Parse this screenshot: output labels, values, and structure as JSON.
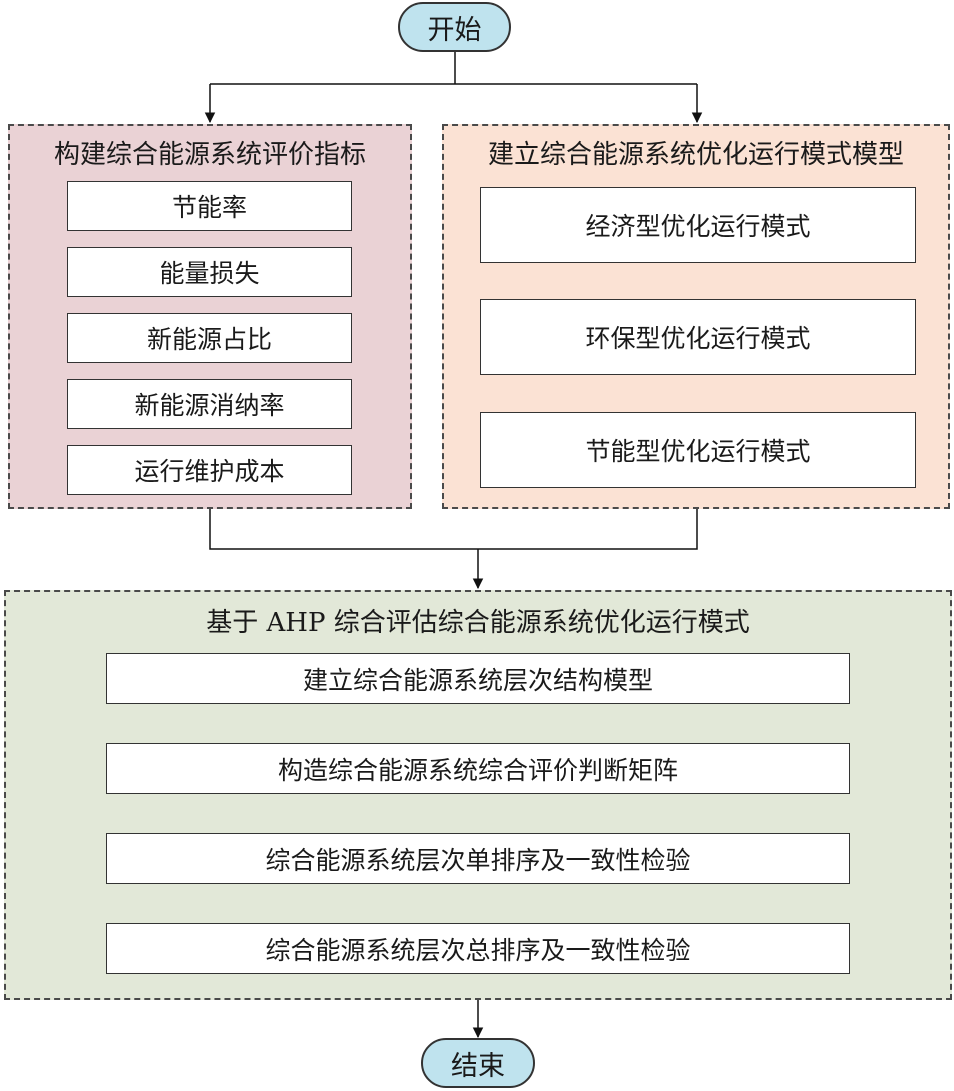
{
  "start": "开始",
  "end": "结束",
  "left_group": {
    "title": "构建综合能源系统评价指标",
    "items": [
      "节能率",
      "能量损失",
      "新能源占比",
      "新能源消纳率",
      "运行维护成本"
    ]
  },
  "right_group": {
    "title": "建立综合能源系统优化运行模式模型",
    "items": [
      "经济型优化运行模式",
      "环保型优化运行模式",
      "节能型优化运行模式"
    ]
  },
  "bottom_group": {
    "title": "基于 AHP 综合评估综合能源系统优化运行模式",
    "steps": [
      "建立综合能源系统层次结构模型",
      "构造综合能源系统综合评价判断矩阵",
      "综合能源系统层次单排序及一致性检验",
      "综合能源系统层次总排序及一致性检验"
    ]
  },
  "colors": {
    "terminal_fill": "#bfe3ee",
    "left_group_fill": "#ead2d5",
    "right_group_fill": "#fbe2d4",
    "bottom_group_fill": "#e2e8d8"
  }
}
